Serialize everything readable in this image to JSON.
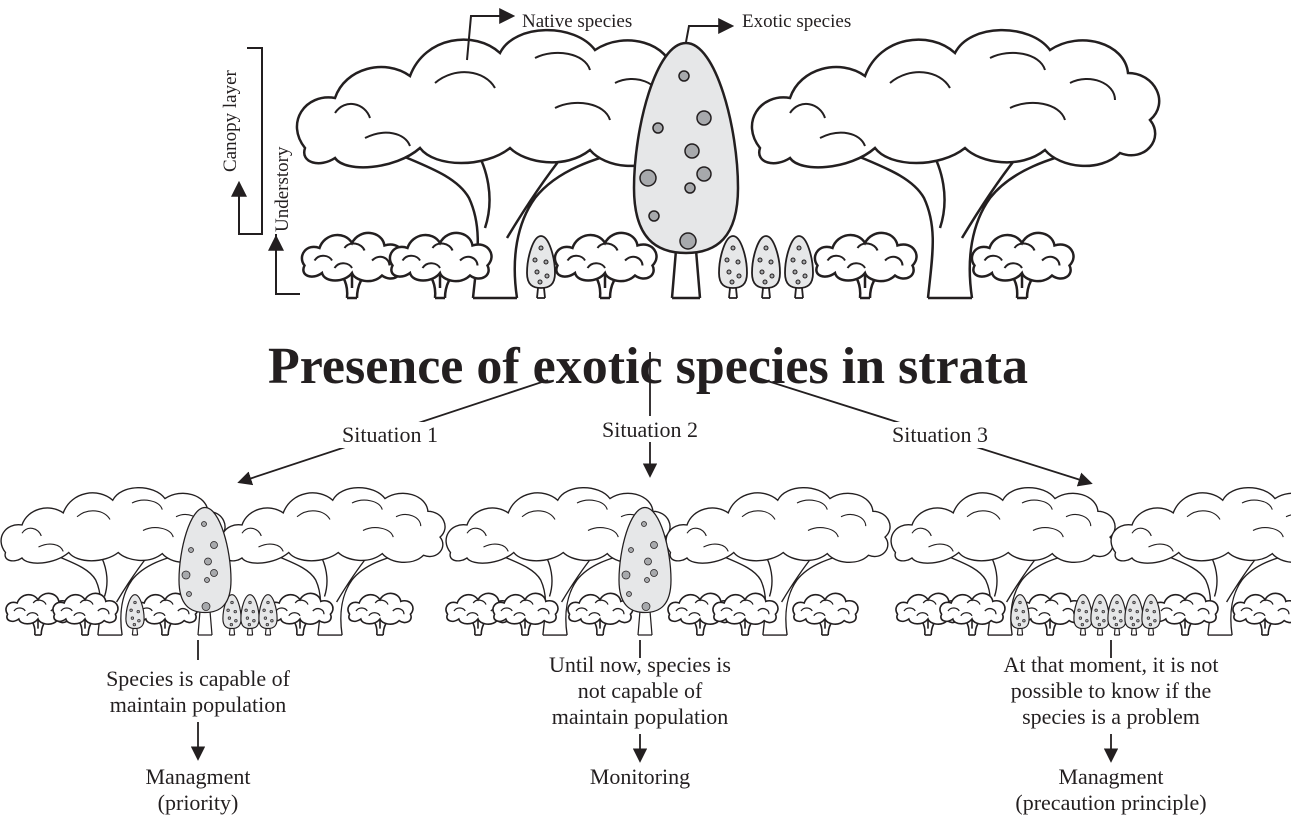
{
  "labels": {
    "native": "Native species",
    "exotic": "Exotic species",
    "canopy": "Canopy layer",
    "understory": "Understory"
  },
  "title": "Presence of exotic species in strata",
  "situations": [
    {
      "label": "Situation 1",
      "description": [
        "Species is capable of",
        "maintain population"
      ],
      "outcome": [
        "Managment",
        "(priority)"
      ]
    },
    {
      "label": "Situation 2",
      "description": [
        "Until now, species is",
        "not capable of",
        "maintain population"
      ],
      "outcome": [
        "Monitoring"
      ]
    },
    {
      "label": "Situation 3",
      "description": [
        "At that moment, it is not",
        "possible to know if the",
        "species is a problem"
      ],
      "outcome": [
        "Managment",
        "(precaution principle)"
      ]
    }
  ]
}
